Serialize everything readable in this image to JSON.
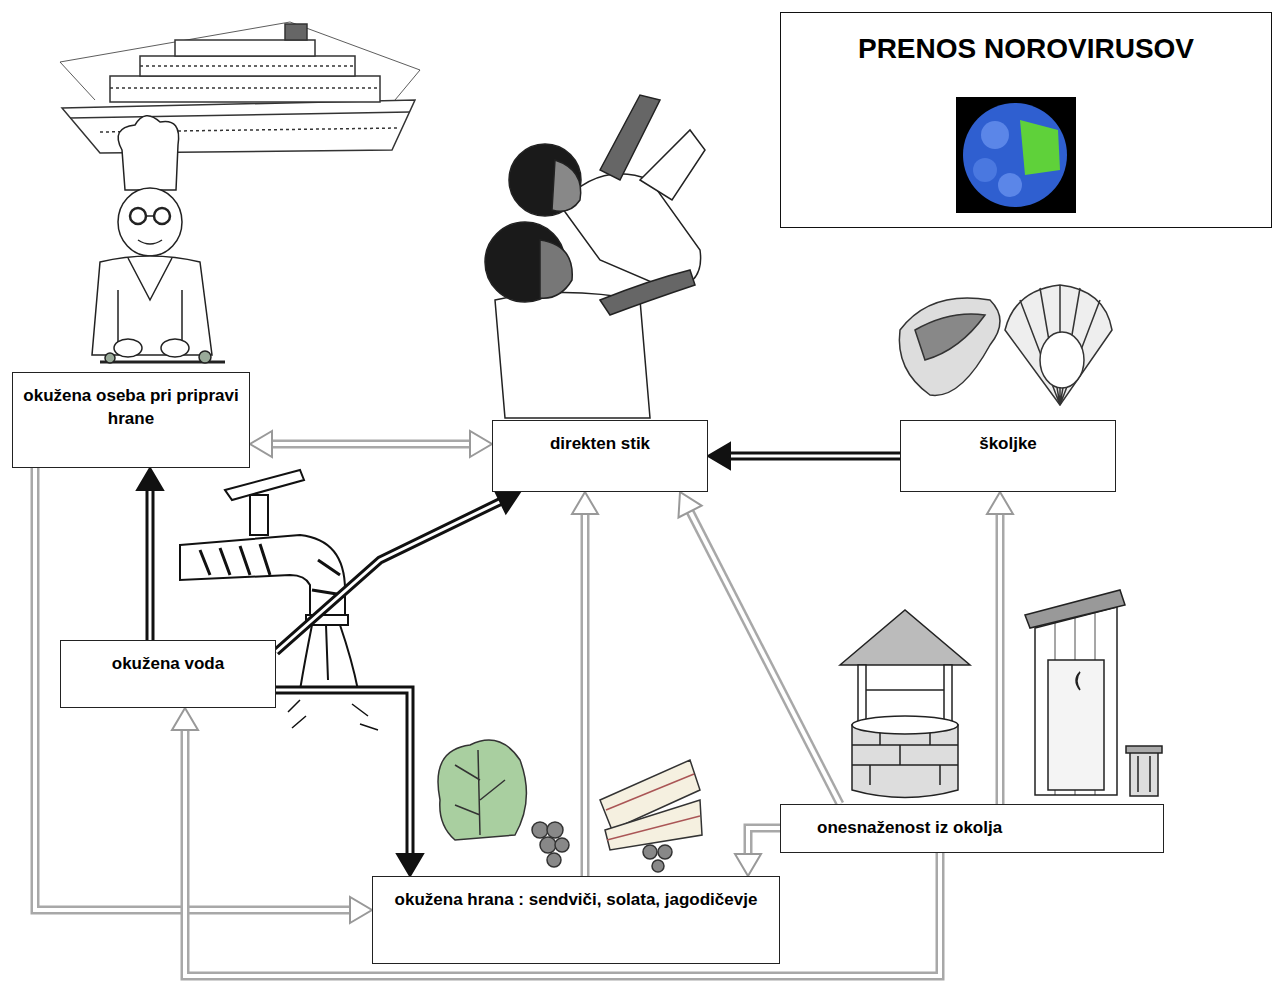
{
  "diagram": {
    "title": "PRENOS NOROVIRUSOV",
    "nodes": [
      {
        "text": [
          "okužena oseba pri pripravi hrane"
        ]
      },
      {
        "text": [
          "direkten stik"
        ]
      },
      {
        "text": [
          "školjke"
        ]
      },
      {
        "text": [
          "okužena voda"
        ]
      },
      {
        "text": [
          "onesnaženost iz okolja"
        ]
      },
      {
        "text": [
          "okužena hrana : sendviči, solata, jagodičevje"
        ]
      }
    ],
    "edges": [
      {
        "from": 0,
        "to": 1,
        "arrow": "both"
      },
      {
        "from": 2,
        "to": 1,
        "arrow": "to"
      },
      {
        "from": 3,
        "to": 0,
        "arrow": "to"
      },
      {
        "from": 3,
        "to": 1,
        "arrow": "to"
      },
      {
        "from": 3,
        "to": 5,
        "arrow": "to"
      },
      {
        "from": 5,
        "to": 1,
        "arrow": "to"
      },
      {
        "from": 4,
        "to": 1,
        "arrow": "to"
      },
      {
        "from": 4,
        "to": 5,
        "arrow": "to"
      },
      {
        "from": 4,
        "to": 2,
        "arrow": "to"
      },
      {
        "from": 0,
        "to": 5,
        "arrow": "to"
      },
      {
        "from": 4,
        "to": 3,
        "arrow": "to"
      }
    ]
  }
}
